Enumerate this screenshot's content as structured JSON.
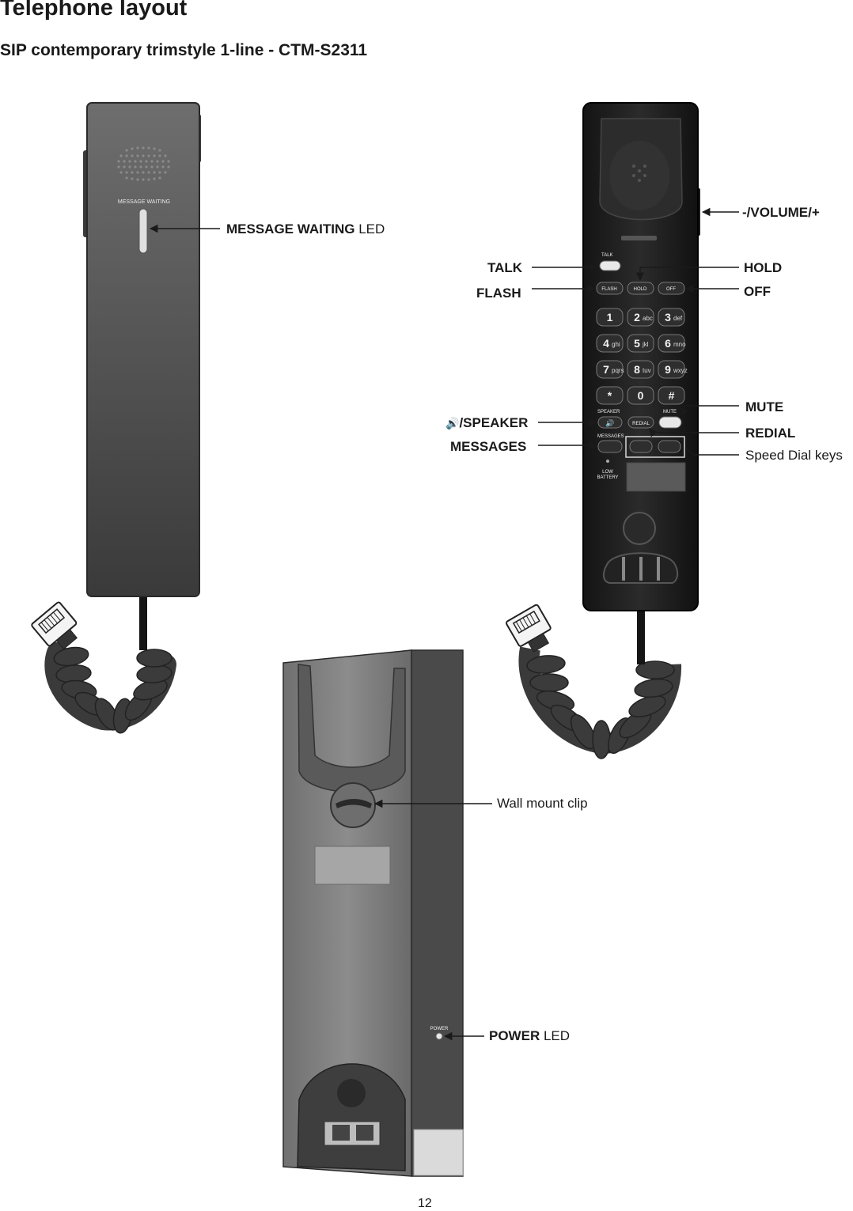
{
  "page": {
    "title": "Telephone layout",
    "subtitle": "SIP contemporary trimstyle 1-line - CTM-S2311",
    "page_number": "12"
  },
  "device_print": {
    "message_waiting": "MESSAGE WAITING",
    "talk": "TALK",
    "flash": "FLASH",
    "hold": "HOLD",
    "off": "OFF",
    "speaker": "SPEAKER",
    "mute": "MUTE",
    "redial": "REDIAL",
    "messages": "MESSAGES",
    "low_battery_1": "LOW",
    "low_battery_2": "BATTERY",
    "power": "POWER"
  },
  "keypad": [
    {
      "num": "1",
      "letters": ""
    },
    {
      "num": "2",
      "letters": "abc"
    },
    {
      "num": "3",
      "letters": "def"
    },
    {
      "num": "4",
      "letters": "ghi"
    },
    {
      "num": "5",
      "letters": "jkl"
    },
    {
      "num": "6",
      "letters": "mno"
    },
    {
      "num": "7",
      "letters": "pqrs"
    },
    {
      "num": "8",
      "letters": "tuv"
    },
    {
      "num": "9",
      "letters": "wxyz"
    },
    {
      "num": "*",
      "letters": ""
    },
    {
      "num": "0",
      "letters": ""
    },
    {
      "num": "#",
      "letters": ""
    }
  ],
  "callouts": {
    "message_waiting_bold": "MESSAGE WAITING",
    "message_waiting_plain": " LED",
    "volume": "-/VOLUME/+",
    "talk": "TALK",
    "flash": "FLASH",
    "hold": "HOLD",
    "off": "OFF",
    "speaker": "/SPEAKER",
    "messages": "MESSAGES",
    "mute": "MUTE",
    "redial": "REDIAL",
    "speed_dial": "Speed Dial keys",
    "wall_mount": "Wall mount clip",
    "power_bold": "POWER",
    "power_plain": " LED"
  }
}
